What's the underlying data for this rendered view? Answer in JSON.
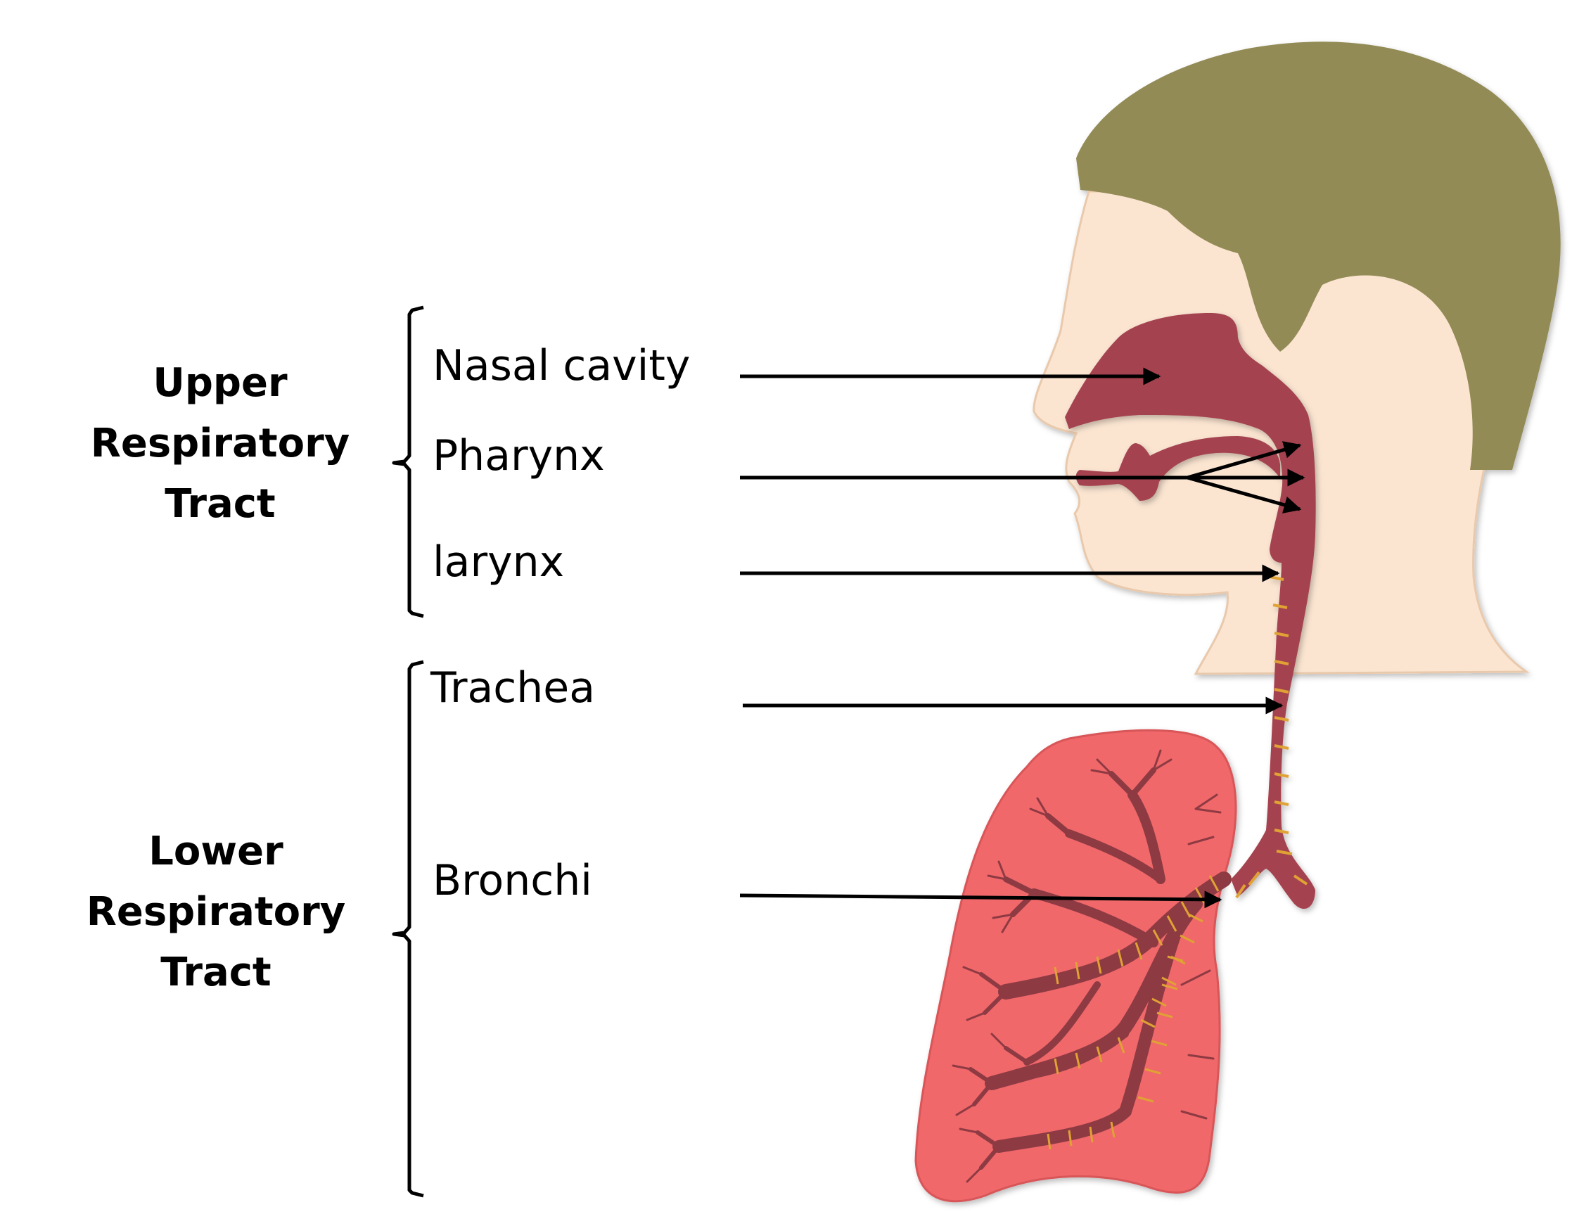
{
  "groups": {
    "upper": {
      "line1": "Upper",
      "line2": "Respiratory",
      "line3": "Tract"
    },
    "lower": {
      "line1": "Lower",
      "line2": "Respiratory",
      "line3": "Tract"
    }
  },
  "parts": {
    "nasal_cavity": "Nasal cavity",
    "pharynx": "Pharynx",
    "larynx": "larynx",
    "trachea": "Trachea",
    "bronchi": "Bronchi"
  },
  "colors": {
    "hair": "#928B55",
    "skin": "#FBE5D1",
    "airway": "#A5434F",
    "cartilage": "#E0A234",
    "lung": "#F0686A",
    "lung_branch": "#8E3A43",
    "ink": "#000000"
  }
}
